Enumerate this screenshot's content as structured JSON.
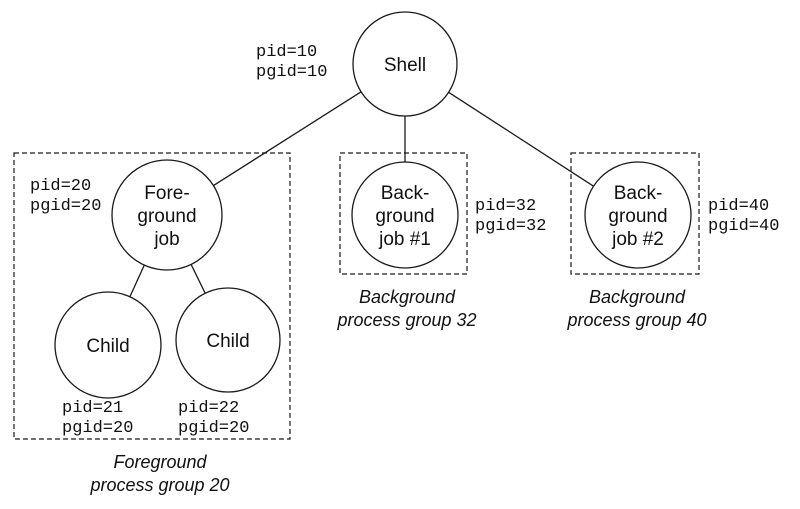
{
  "nodes": {
    "shell": {
      "lines": [
        "Shell"
      ],
      "pid": "pid=10",
      "pgid": "pgid=10"
    },
    "fg_job": {
      "lines": [
        "Fore-",
        "ground",
        "job"
      ],
      "pid": "pid=20",
      "pgid": "pgid=20"
    },
    "child1": {
      "lines": [
        "Child"
      ],
      "pid": "pid=21",
      "pgid": "pgid=20"
    },
    "child2": {
      "lines": [
        "Child"
      ],
      "pid": "pid=22",
      "pgid": "pgid=20"
    },
    "bg1": {
      "lines": [
        "Back-",
        "ground",
        "job #1"
      ],
      "pid": "pid=32",
      "pgid": "pgid=32"
    },
    "bg2": {
      "lines": [
        "Back-",
        "ground",
        "job #2"
      ],
      "pid": "pid=40",
      "pgid": "pgid=40"
    }
  },
  "groups": {
    "fg": {
      "caption_lines": [
        "Foreground",
        "process group 20"
      ]
    },
    "bg1": {
      "caption_lines": [
        "Background",
        "process group 32"
      ]
    },
    "bg2": {
      "caption_lines": [
        "Background",
        "process group 40"
      ]
    }
  },
  "edges": [
    [
      "shell",
      "fg_job"
    ],
    [
      "shell",
      "bg1"
    ],
    [
      "shell",
      "bg2"
    ],
    [
      "fg_job",
      "child1"
    ],
    [
      "fg_job",
      "child2"
    ]
  ]
}
